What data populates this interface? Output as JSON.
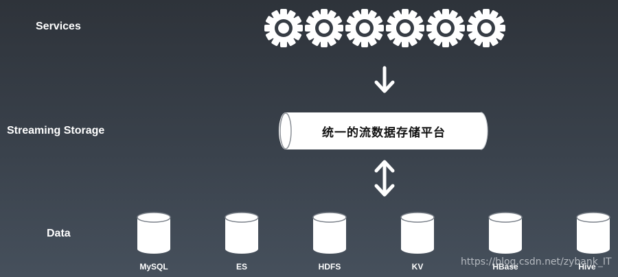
{
  "labels": {
    "services": "Services",
    "streaming_storage": "Streaming Storage",
    "data": "Data"
  },
  "services": {
    "icons": [
      "gear-icon",
      "gear-icon",
      "gear-icon",
      "gear-icon",
      "gear-icon",
      "gear-icon"
    ]
  },
  "storage": {
    "platform_label": "统一的流数据存储平台"
  },
  "data_stores": [
    "MySQL",
    "ES",
    "HDFS",
    "KV",
    "HBase",
    "Hive"
  ],
  "watermark": "https://blog.csdn.net/zybank_IT",
  "colors": {
    "background_top": "#2e333a",
    "background_bottom": "#46505c",
    "foreground": "#ffffff",
    "platform_text": "#111111"
  }
}
